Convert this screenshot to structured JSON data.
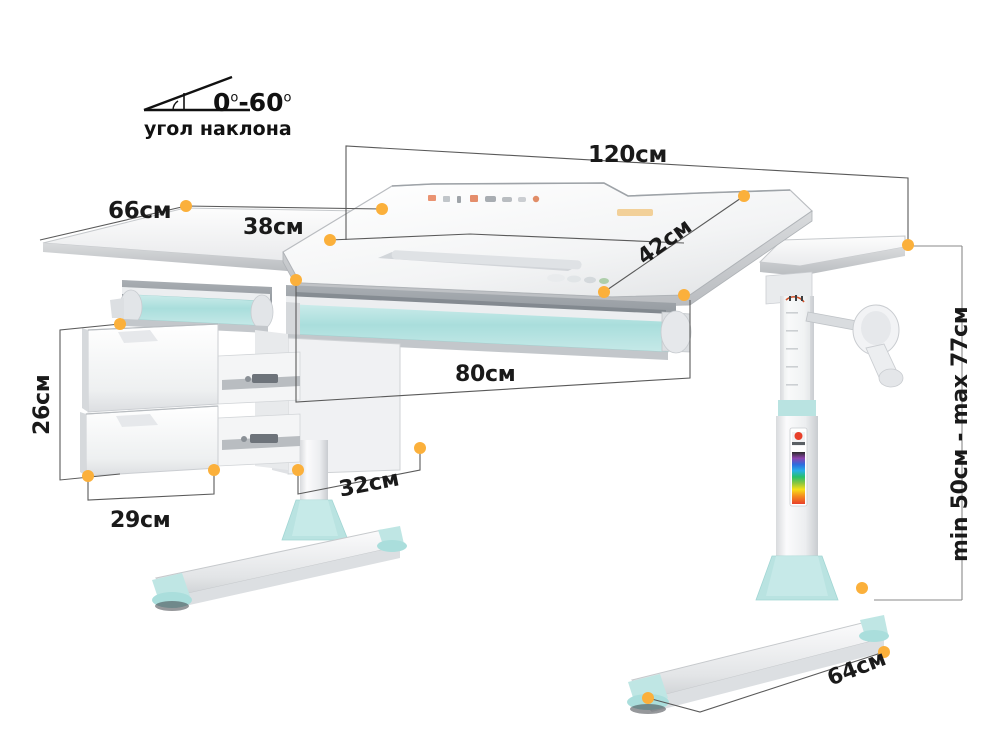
{
  "product": {
    "type": "children-adjustable-desk",
    "palette": {
      "white": "#ffffff",
      "body_light": "#f2f3f4",
      "body_shade": "#dfe1e3",
      "body_dark": "#c7cace",
      "gray_rail": "#9aa0a6",
      "gray_dark": "#7d848b",
      "mint": "#b8e4e2",
      "mint_dark": "#9ed6d4",
      "mint_pale": "#d6f0ef",
      "dot": "#fbb03b",
      "line": "#5a5a5a",
      "text": "#1a1a1a"
    }
  },
  "angle_indicator": {
    "range": "0",
    "range_end": "-60",
    "degree_symbol": "o",
    "caption": "угол наклона"
  },
  "dimensions": {
    "width_top": "120см",
    "depth_left": "66см",
    "depth_inner": "38см",
    "tilt_panel": "42см",
    "drawer_width": "80см",
    "drawer_height": "26см",
    "drawer_front": "29см",
    "drawer_depth": "32см",
    "base_depth": "64см",
    "height_range": "min 50см - max 77см"
  },
  "markers": {
    "label": "dimension-endpoint-dot",
    "count": 16
  }
}
